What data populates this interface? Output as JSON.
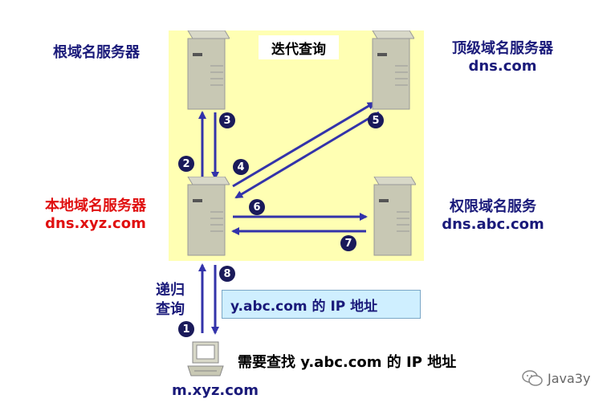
{
  "title": "迭代查询",
  "servers": {
    "root": {
      "label": "根域名服务器"
    },
    "tld": {
      "label": "顶级域名服务器",
      "domain": "dns.com"
    },
    "local": {
      "label": "本地域名服务器",
      "domain": "dns.xyz.com"
    },
    "auth": {
      "label": "权限域名服务",
      "domain": "dns.abc.com"
    }
  },
  "client": {
    "domain": "m.xyz.com",
    "request": "需要查找 y.abc.com 的 IP 地址"
  },
  "recursive_label": [
    "递归",
    "查询"
  ],
  "answer": "y.abc.com 的 IP 地址",
  "steps": [
    "1",
    "2",
    "3",
    "4",
    "5",
    "6",
    "7",
    "8"
  ],
  "watermark": "Java3y",
  "colors": {
    "panel": "#ffffb3",
    "arrow": "#3333aa",
    "local": "#e01010",
    "navy": "#1a1a7a"
  }
}
